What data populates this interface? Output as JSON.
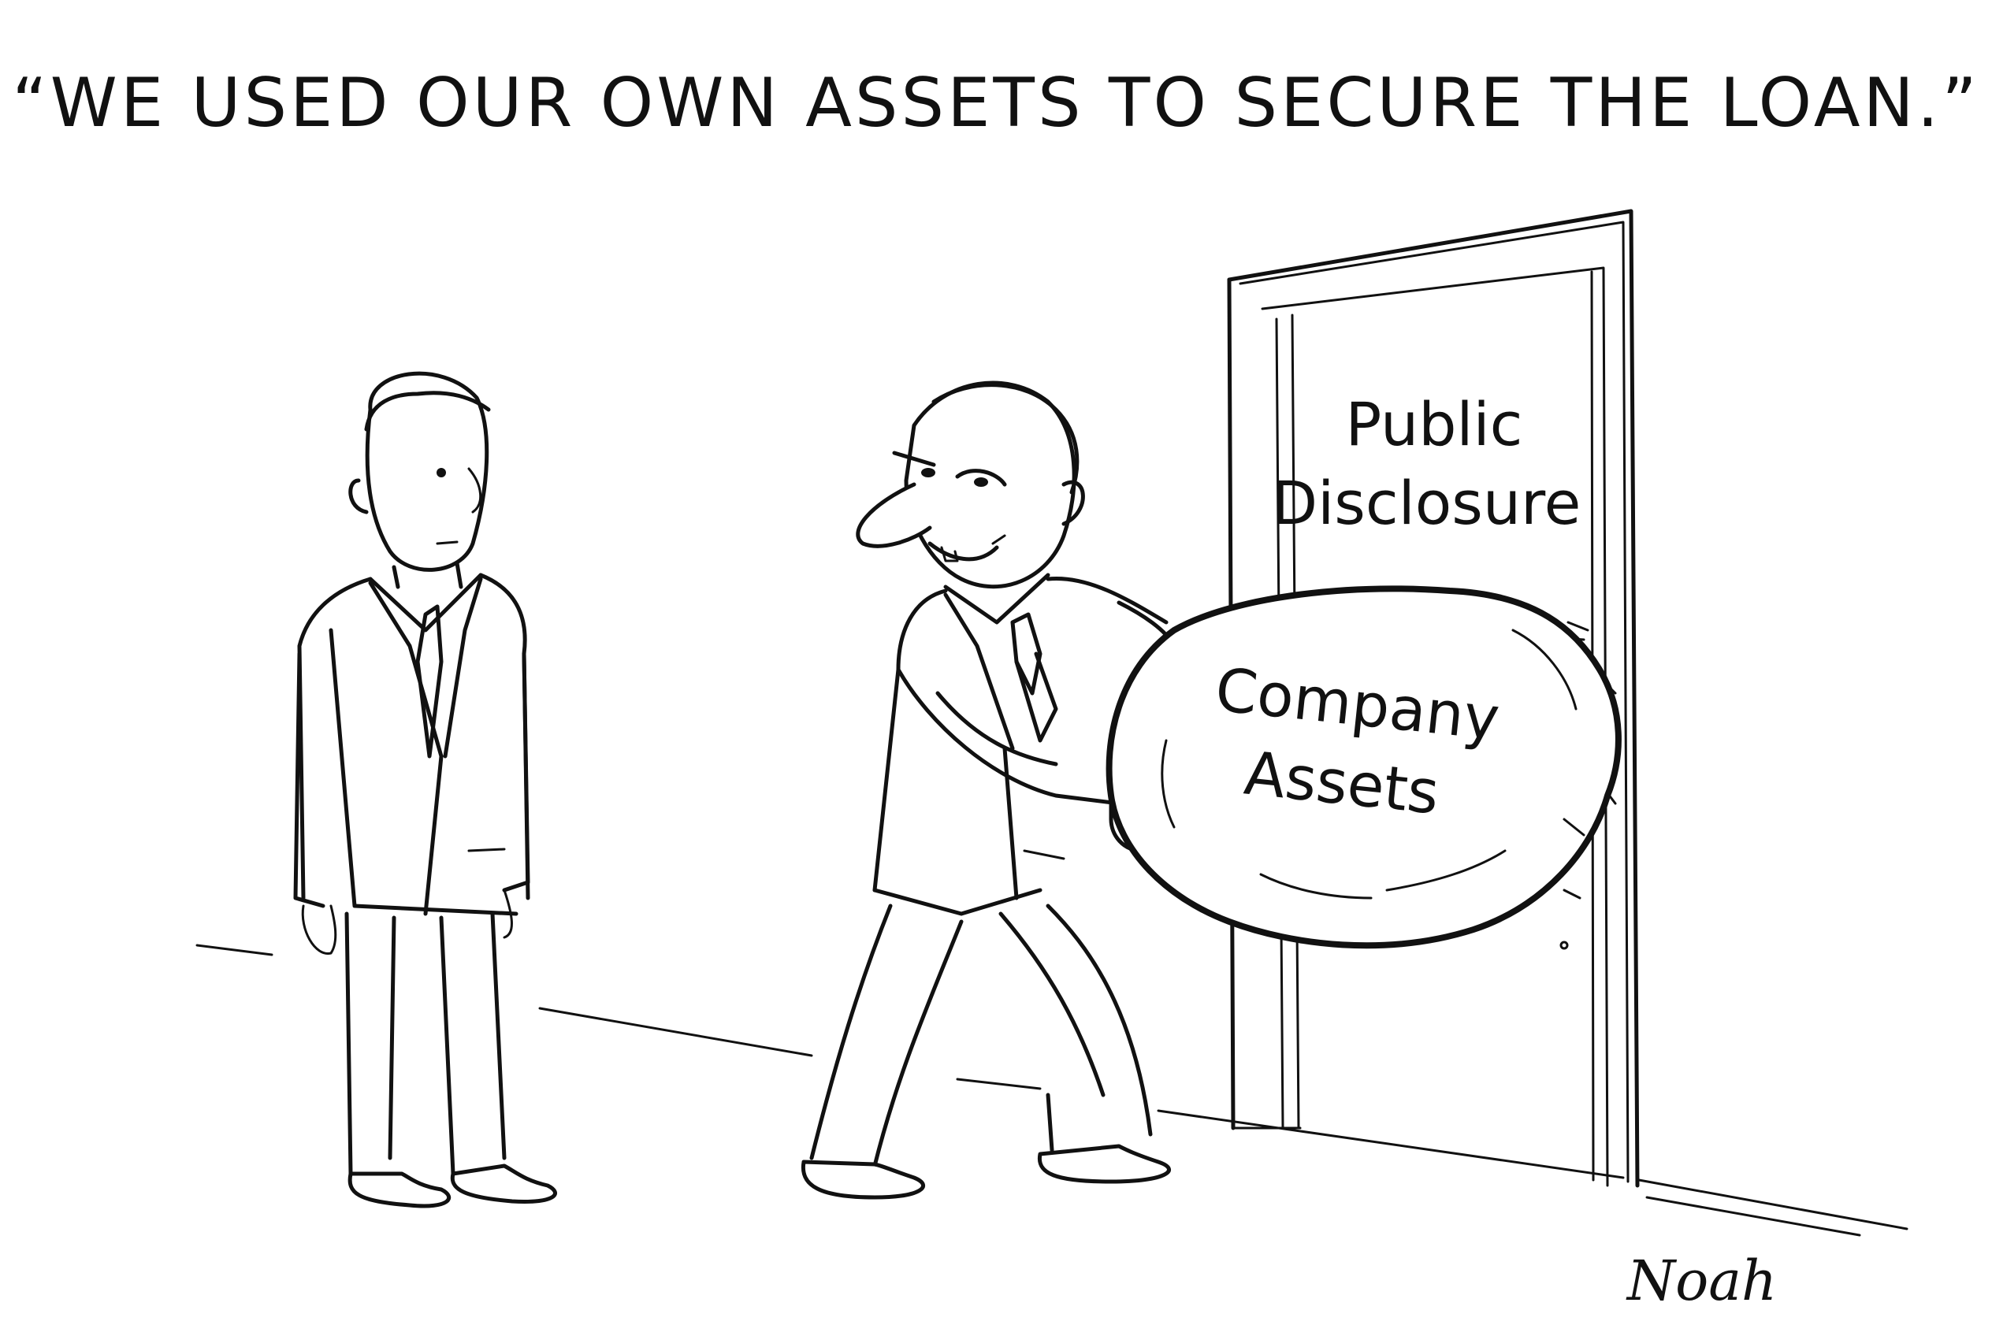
{
  "caption": "“WE USED OUR OWN ASSETS TO SECURE THE LOAN.”",
  "door_sign": {
    "line1": "Public",
    "line2": "Disclosure"
  },
  "boulder_label": {
    "line1": "Company",
    "line2": "Assets"
  },
  "signature": "Noah",
  "colors": {
    "ink": "#111111",
    "paper": "#ffffff"
  }
}
